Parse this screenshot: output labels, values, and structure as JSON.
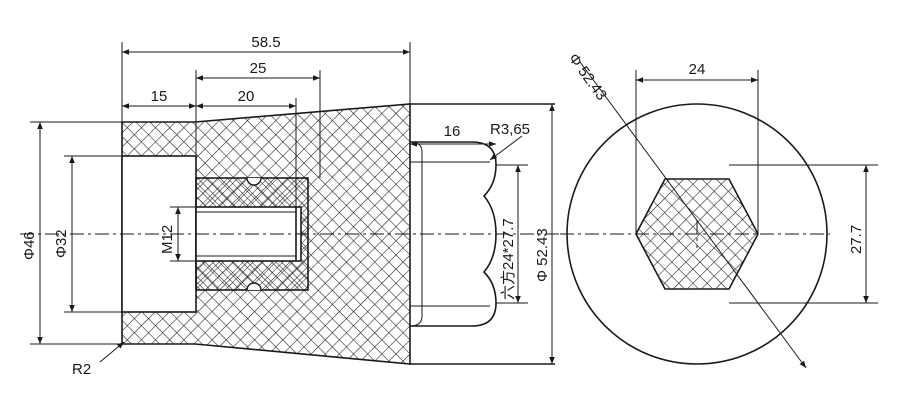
{
  "drawing": {
    "side_view": {
      "overall_length": "58.5",
      "length_25": "25",
      "length_15": "15",
      "length_20": "20",
      "hex_length": "16",
      "fillet_r365": "R3,65",
      "dia_46": "Φ46",
      "dia_32": "Φ32",
      "thread": "M12",
      "hex_label": "六方24*27.7",
      "dia_5243": "Φ 52.43",
      "fillet_r2": "R2"
    },
    "end_view": {
      "dia_label": "Φ 52.43",
      "flat_width": "24",
      "corner_width": "27.7"
    }
  }
}
